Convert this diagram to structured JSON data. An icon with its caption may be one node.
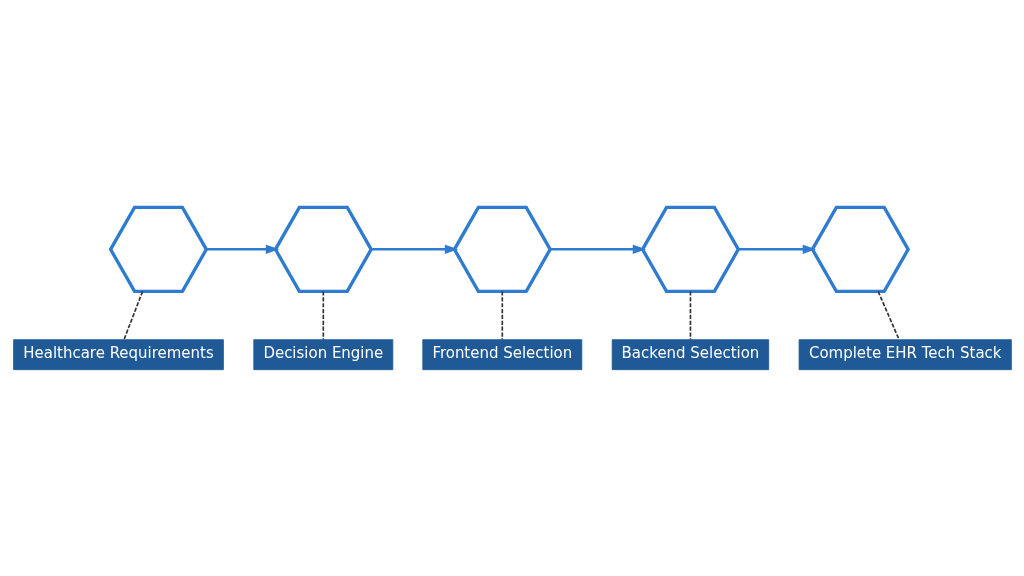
{
  "diagram": {
    "nodes": [
      {
        "text": [],
        "shape": "hexagon"
      },
      {
        "text": [],
        "shape": "hexagon"
      },
      {
        "text": [],
        "shape": "hexagon"
      },
      {
        "text": [],
        "shape": "hexagon"
      },
      {
        "text": [],
        "shape": "hexagon"
      },
      {
        "text": [
          "Healthcare Requirements"
        ]
      },
      {
        "text": [
          "Decision Engine"
        ]
      },
      {
        "text": [
          "Frontend Selection"
        ]
      },
      {
        "text": [
          "Backend Selection"
        ]
      },
      {
        "text": [
          "Complete EHR Tech Stack"
        ]
      }
    ],
    "edges": [
      {
        "from": 0,
        "to": 1,
        "arrow": "to",
        "color": "#2f7bd0"
      },
      {
        "from": 1,
        "to": 2,
        "arrow": "to",
        "color": "#2f7bd0"
      },
      {
        "from": 2,
        "to": 3,
        "arrow": "to",
        "color": "#2f7bd0"
      },
      {
        "from": 3,
        "to": 4,
        "arrow": "to",
        "color": "#2f7bd0"
      },
      {
        "from": 0,
        "to": 5,
        "arrow": "none",
        "style": "dashed"
      },
      {
        "from": 1,
        "to": 6,
        "arrow": "none",
        "style": "dashed"
      },
      {
        "from": 2,
        "to": 7,
        "arrow": "none",
        "style": "dashed"
      },
      {
        "from": 3,
        "to": 8,
        "arrow": "none",
        "style": "dashed"
      },
      {
        "from": 4,
        "to": 9,
        "arrow": "none",
        "style": "dashed"
      }
    ]
  }
}
